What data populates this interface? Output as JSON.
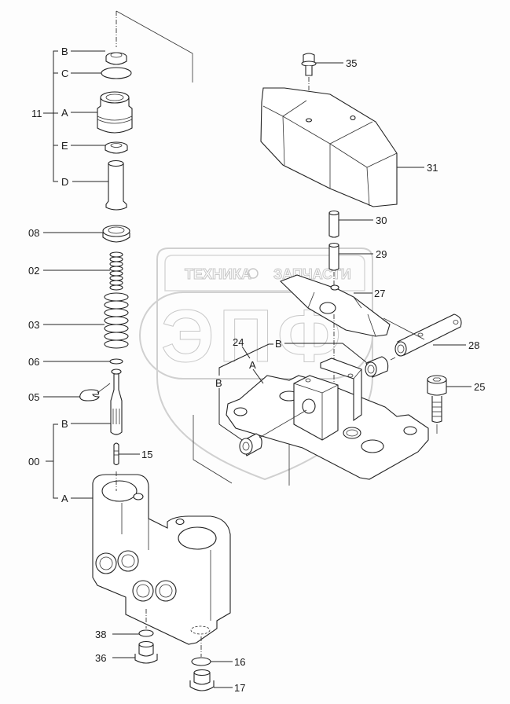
{
  "diagram": {
    "title": "Pilot valve exploded parts view",
    "watermark": {
      "top_text": "ТЕХНИКА",
      "top_text_right": "ЗАПЧАСТИ",
      "logo_letters": "ЭПФ"
    },
    "callouts": {
      "group_11": "11",
      "group_11_B": "B",
      "group_11_C": "C",
      "group_11_A": "A",
      "group_11_E": "E",
      "group_11_D": "D",
      "p08": "08",
      "p02": "02",
      "p03": "03",
      "p06": "06",
      "p05": "05",
      "group_00": "00",
      "group_00_B": "B",
      "group_00_A": "A",
      "p15": "15",
      "p38": "38",
      "p36": "36",
      "p16": "16",
      "p17": "17",
      "p35": "35",
      "p31": "31",
      "p30": "30",
      "p29": "29",
      "p27": "27",
      "p28": "28",
      "p25": "25",
      "group_24": "24",
      "group_24_B_top": "B",
      "group_24_A": "A",
      "group_24_B_left": "B"
    }
  }
}
